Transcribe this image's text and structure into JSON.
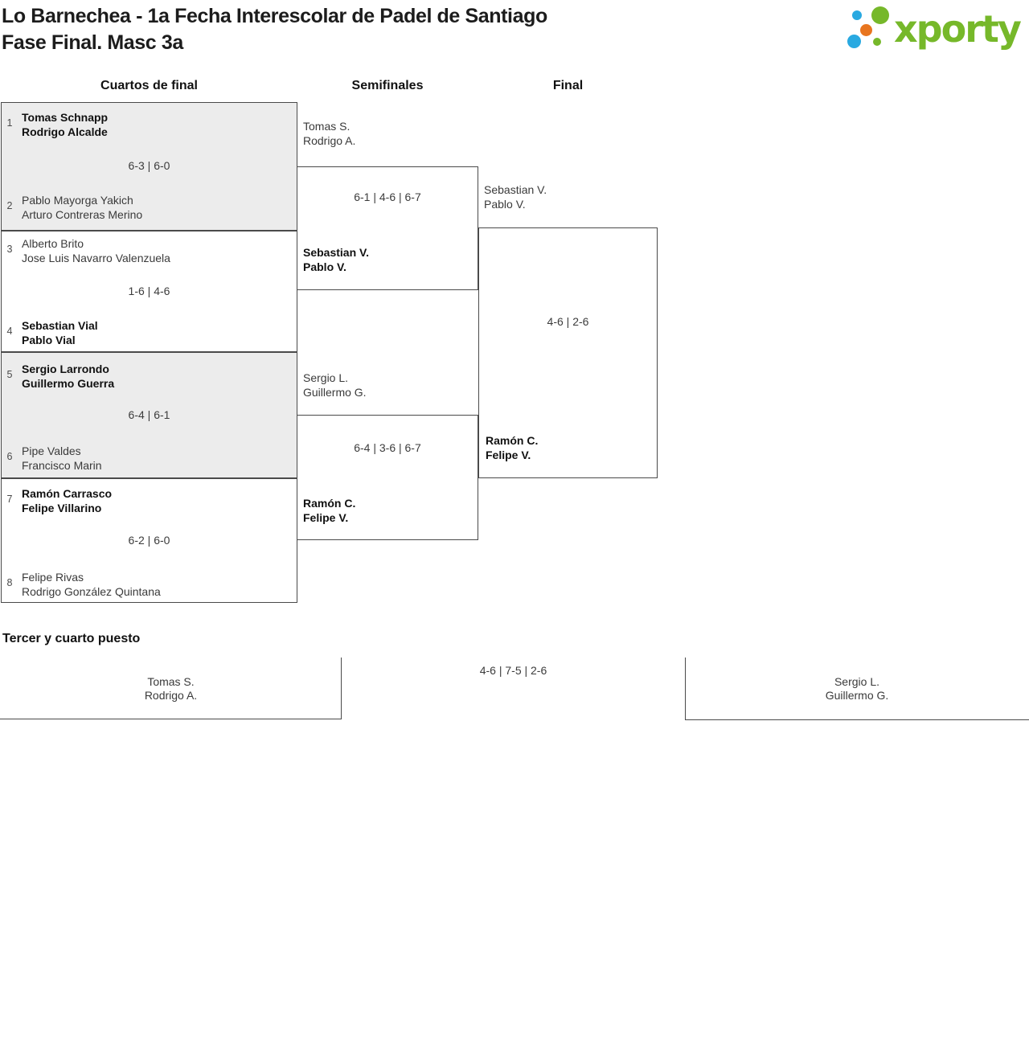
{
  "header": {
    "title_line1": "Lo Barnechea - 1a Fecha Interescolar de Padel de Santiago",
    "title_line2": "Fase Final. Masc 3a",
    "logo_text": "xporty"
  },
  "columns": {
    "quarterfinals": "Cuartos de final",
    "semifinals": "Semifinales",
    "final": "Final"
  },
  "colors": {
    "brand_green": "#76b82a",
    "brand_blue": "#29a9e1",
    "brand_orange": "#e8751f",
    "shaded_box": "#ececec",
    "bracket_line": "#4a4a4a"
  },
  "quarterfinals": [
    {
      "seed_top": "1",
      "team_top": [
        "Tomas Schnapp",
        "Rodrigo Alcalde"
      ],
      "score": "6-3 | 6-0",
      "seed_bottom": "2",
      "team_bottom": [
        "Pablo Mayorga Yakich",
        "Arturo Contreras Merino"
      ],
      "winner": "top"
    },
    {
      "seed_top": "3",
      "team_top": [
        "Alberto Brito",
        "Jose Luis Navarro Valenzuela"
      ],
      "score": "1-6 | 4-6",
      "seed_bottom": "4",
      "team_bottom": [
        "Sebastian Vial",
        "Pablo Vial"
      ],
      "winner": "bottom"
    },
    {
      "seed_top": "5",
      "team_top": [
        "Sergio Larrondo",
        "Guillermo Guerra"
      ],
      "score": "6-4 | 6-1",
      "seed_bottom": "6",
      "team_bottom": [
        "Pipe Valdes",
        "Francisco Marin"
      ],
      "winner": "top"
    },
    {
      "seed_top": "7",
      "team_top": [
        "Ramón Carrasco",
        "Felipe Villarino"
      ],
      "score": "6-2 | 6-0",
      "seed_bottom": "8",
      "team_bottom": [
        "Felipe Rivas",
        "Rodrigo González Quintana"
      ],
      "winner": "top"
    }
  ],
  "semifinals": [
    {
      "team_top": [
        "Tomas S.",
        "Rodrigo A."
      ],
      "score": "6-1 | 4-6 | 6-7",
      "team_bottom": [
        "Sebastian V.",
        "Pablo V."
      ],
      "winner": "bottom",
      "advancing": [
        "Sebastian V.",
        "Pablo V."
      ]
    },
    {
      "team_top": [
        "Sergio L.",
        "Guillermo G."
      ],
      "score": "6-4 | 3-6 | 6-7",
      "team_bottom": [
        "Ramón C.",
        "Felipe V."
      ],
      "winner": "bottom",
      "advancing": [
        "Ramón C.",
        "Felipe V."
      ]
    }
  ],
  "final": {
    "score": "4-6 | 2-6",
    "winner": [
      "Ramón C.",
      "Felipe V."
    ]
  },
  "third_place": {
    "heading": "Tercer y cuarto puesto",
    "team_left": [
      "Tomas S.",
      "Rodrigo A."
    ],
    "score": "4-6 | 7-5 | 2-6",
    "team_right": [
      "Sergio L.",
      "Guillermo G."
    ]
  }
}
